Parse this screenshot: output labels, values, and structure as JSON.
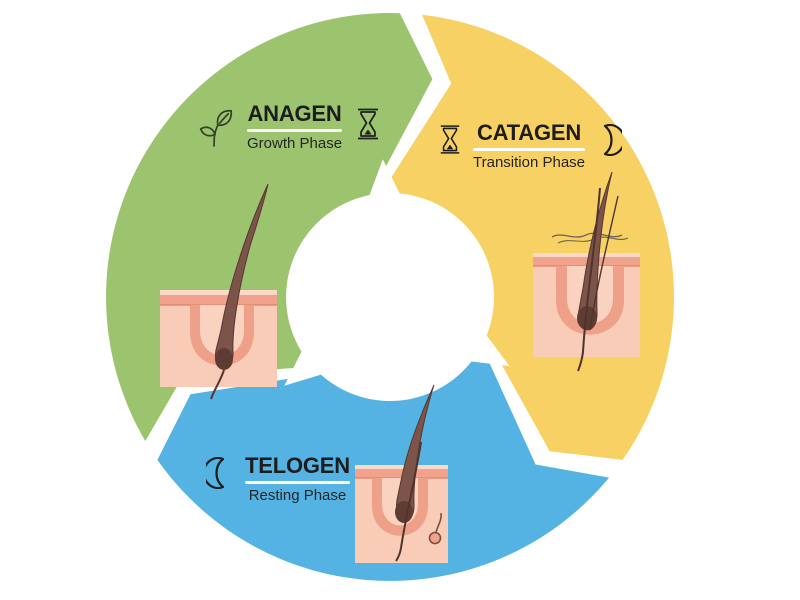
{
  "diagram": {
    "type": "cycle",
    "subject": "hair growth cycle",
    "background": "#ffffff",
    "title_color": "#1d1d1d",
    "underline_color": "#ffffff",
    "phases": [
      {
        "label": "ANAGEN",
        "sublabel": "Growth Phase",
        "color": "#9cc46f",
        "left_icon": "leaf-icon",
        "right_icon": "hourglass-icon"
      },
      {
        "label": "CATAGEN",
        "sublabel": "Transition Phase",
        "color": "#f7d164",
        "left_icon": "hourglass-icon",
        "right_icon": "moon-icon"
      },
      {
        "label": "TELOGEN",
        "sublabel": "Resting Phase",
        "color": "#54b3e2",
        "left_icon": "moon-icon",
        "right_icon": ""
      }
    ]
  }
}
